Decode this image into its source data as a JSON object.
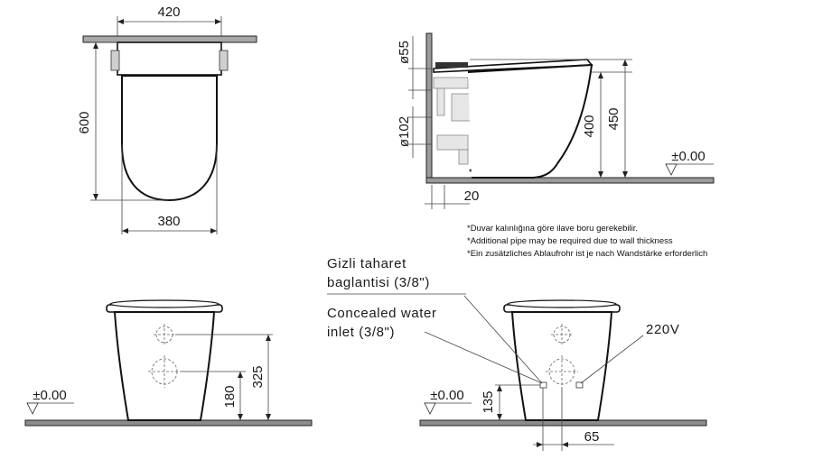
{
  "top_view": {
    "width_top": "420",
    "depth": "600",
    "width_bottom": "380"
  },
  "side_view": {
    "pipe_small": "ø55",
    "pipe_large": "ø102",
    "height_400": "400",
    "height_450": "450",
    "offset_20": "20",
    "level": "±0.00"
  },
  "notes": [
    "*Duvar kalınlığına göre ilave boru gerekebilir.",
    "*Additional pipe may be required due to wall thickness",
    "*Ein zusätzliches Ablaufrohr ist je nach Wandstärke erforderlich"
  ],
  "labels": {
    "bidet_tr_line1": "Gizli taharet",
    "bidet_tr_line2": "baglantisi (3/8\")",
    "water_en_line1": "Concealed water",
    "water_en_line2": "inlet (3/8\")",
    "voltage": "220V"
  },
  "front_view_left": {
    "level": "±0.00",
    "h180": "180",
    "h325": "325"
  },
  "front_view_right": {
    "level": "±0.00",
    "h135": "135",
    "w65": "65"
  }
}
